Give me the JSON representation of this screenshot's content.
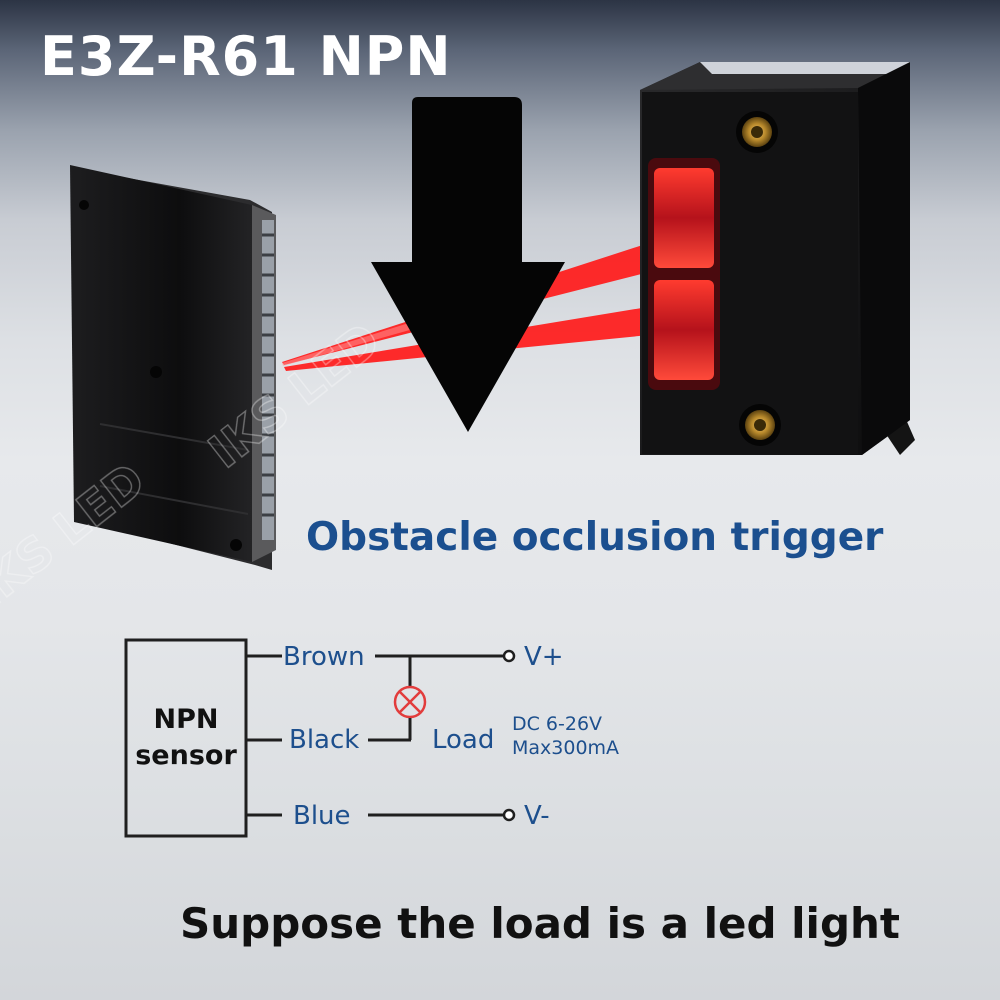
{
  "title": "E3Z-R61 NPN",
  "subtitle": "Obstacle occlusion trigger",
  "footer": "Suppose the load is a led light",
  "watermark": "IKS LED",
  "diagram": {
    "sensor_label_line1": "NPN",
    "sensor_label_line2": "sensor",
    "wire_brown": "Brown",
    "wire_black": "Black",
    "wire_blue": "Blue",
    "terminal_positive": "V+",
    "terminal_negative": "V-",
    "load_label": "Load",
    "load_spec_line1": "DC 6-26V",
    "load_spec_line2": "Max300mA"
  },
  "colors": {
    "accent_blue": "#1b4f8f",
    "lamp_red": "#e23c3c",
    "beam_red": "#ff1a1a",
    "sensor_body": "#141414"
  },
  "icons": {
    "arrow": "down-arrow-icon",
    "lamp": "lamp-icon"
  }
}
